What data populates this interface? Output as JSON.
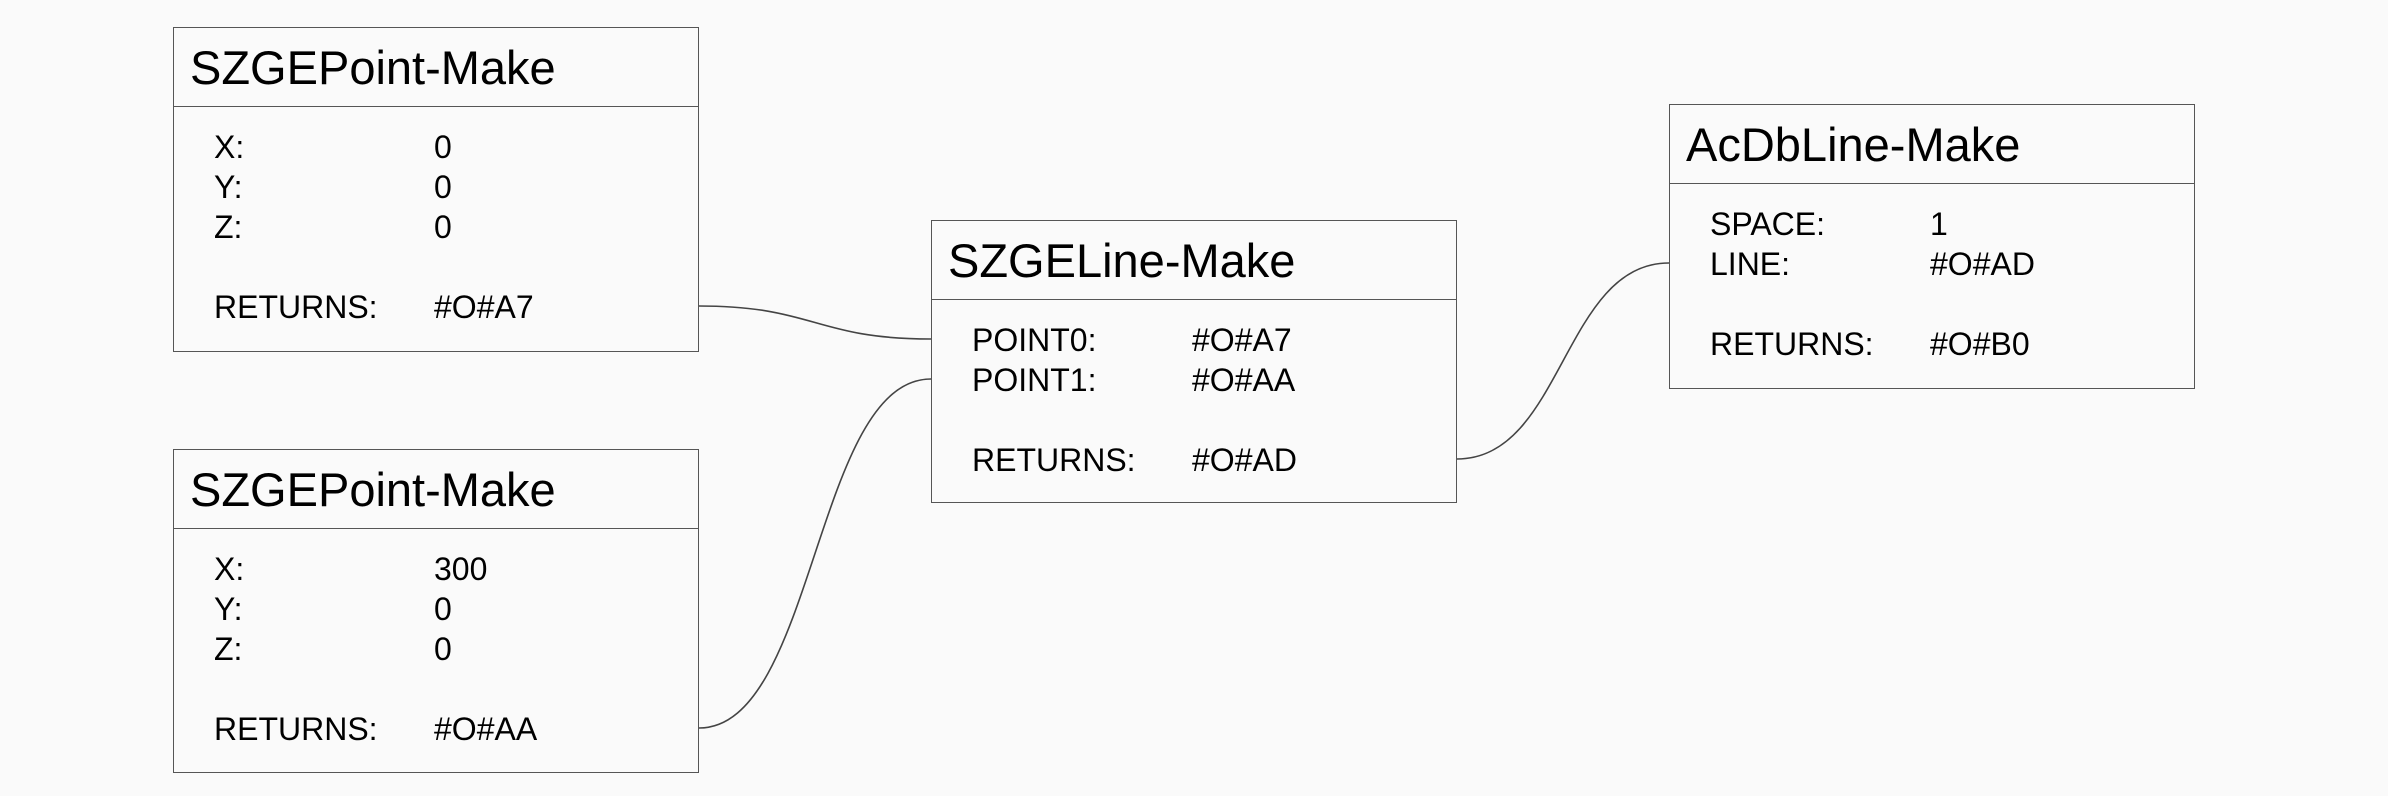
{
  "nodes": [
    {
      "id": "n1",
      "title": "SZGEPoint-Make",
      "params": [
        {
          "name": "X:",
          "value": "0"
        },
        {
          "name": "Y:",
          "value": "0"
        },
        {
          "name": "Z:",
          "value": "0"
        }
      ],
      "returns": {
        "name": "RETURNS:",
        "value": "#O#A7"
      }
    },
    {
      "id": "n2",
      "title": "SZGEPoint-Make",
      "params": [
        {
          "name": "X:",
          "value": "300"
        },
        {
          "name": "Y:",
          "value": "0"
        },
        {
          "name": "Z:",
          "value": "0"
        }
      ],
      "returns": {
        "name": "RETURNS:",
        "value": "#O#AA"
      }
    },
    {
      "id": "n3",
      "title": "SZGELine-Make",
      "params": [
        {
          "name": "POINT0:",
          "value": "#O#A7"
        },
        {
          "name": "POINT1:",
          "value": "#O#AA"
        }
      ],
      "returns": {
        "name": "RETURNS:",
        "value": "#O#AD"
      }
    },
    {
      "id": "n4",
      "title": "AcDbLine-Make",
      "params": [
        {
          "name": "SPACE:",
          "value": "1"
        },
        {
          "name": "LINE:",
          "value": "#O#AD"
        }
      ],
      "returns": {
        "name": "RETURNS:",
        "value": "#O#B0"
      }
    }
  ],
  "connections": [
    {
      "from": "n1",
      "to": "n3",
      "to_param": 0
    },
    {
      "from": "n2",
      "to": "n3",
      "to_param": 1
    },
    {
      "from": "n3",
      "to": "n4",
      "to_param": 1
    }
  ]
}
